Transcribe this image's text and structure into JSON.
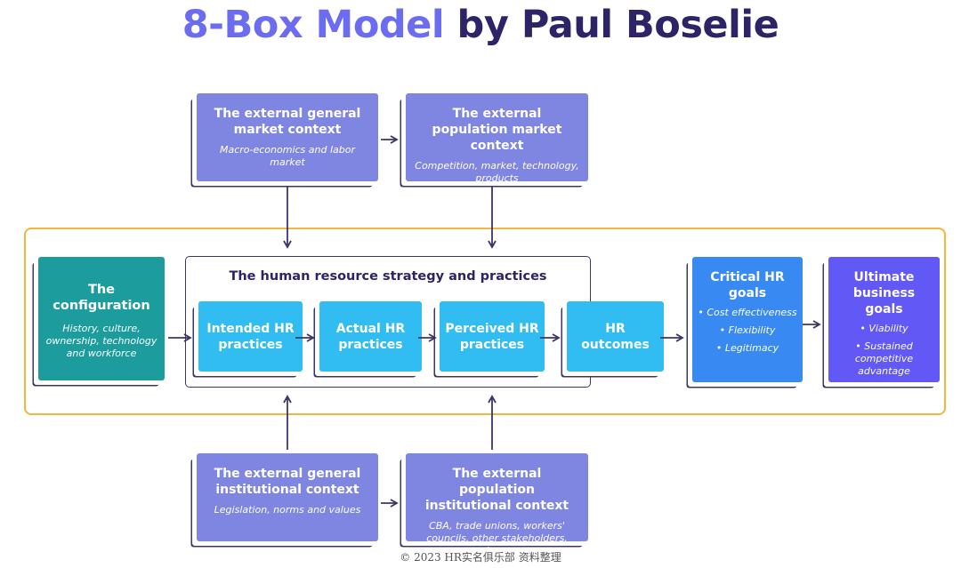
{
  "title": {
    "part1": "8-Box Model",
    "part2": "by Paul Boselie"
  },
  "boxes": {
    "market_general": {
      "title": "The external general market context",
      "sub": "Macro-economics and labor market"
    },
    "market_population": {
      "title": "The external population market context",
      "sub": "Competition, market, technology, products"
    },
    "configuration": {
      "title": "The configuration",
      "sub": "History, culture, ownership, technology and workforce"
    },
    "hr_strategy": {
      "title": "The human resource strategy and practices"
    },
    "intended": {
      "title": "Intended HR practices"
    },
    "actual": {
      "title": "Actual HR practices"
    },
    "perceived": {
      "title": "Perceived HR practices"
    },
    "outcomes": {
      "title": "HR outcomes"
    },
    "critical": {
      "title": "Critical HR goals",
      "items": [
        "Cost effectiveness",
        "Flexibility",
        "Legitimacy"
      ]
    },
    "ultimate": {
      "title": "Ultimate business goals",
      "items": [
        "Viability",
        "Sustained competitive advantage"
      ]
    },
    "inst_general": {
      "title": "The external general institutional context",
      "sub": "Legislation, norms and values"
    },
    "inst_population": {
      "title": "The external population institutional context",
      "sub": "CBA, trade unions, workers' councils, other stakeholders, laws"
    }
  },
  "colors": {
    "context": "#7f86e2",
    "configuration": "#1c9c9c",
    "practices": "#31bdf2",
    "critical": "#3889f2",
    "ultimate": "#6258f6",
    "scope_border": "#f5b53a",
    "dark": "#3b3566"
  },
  "copyright": "© 2023 HR实名俱乐部 资料整理"
}
